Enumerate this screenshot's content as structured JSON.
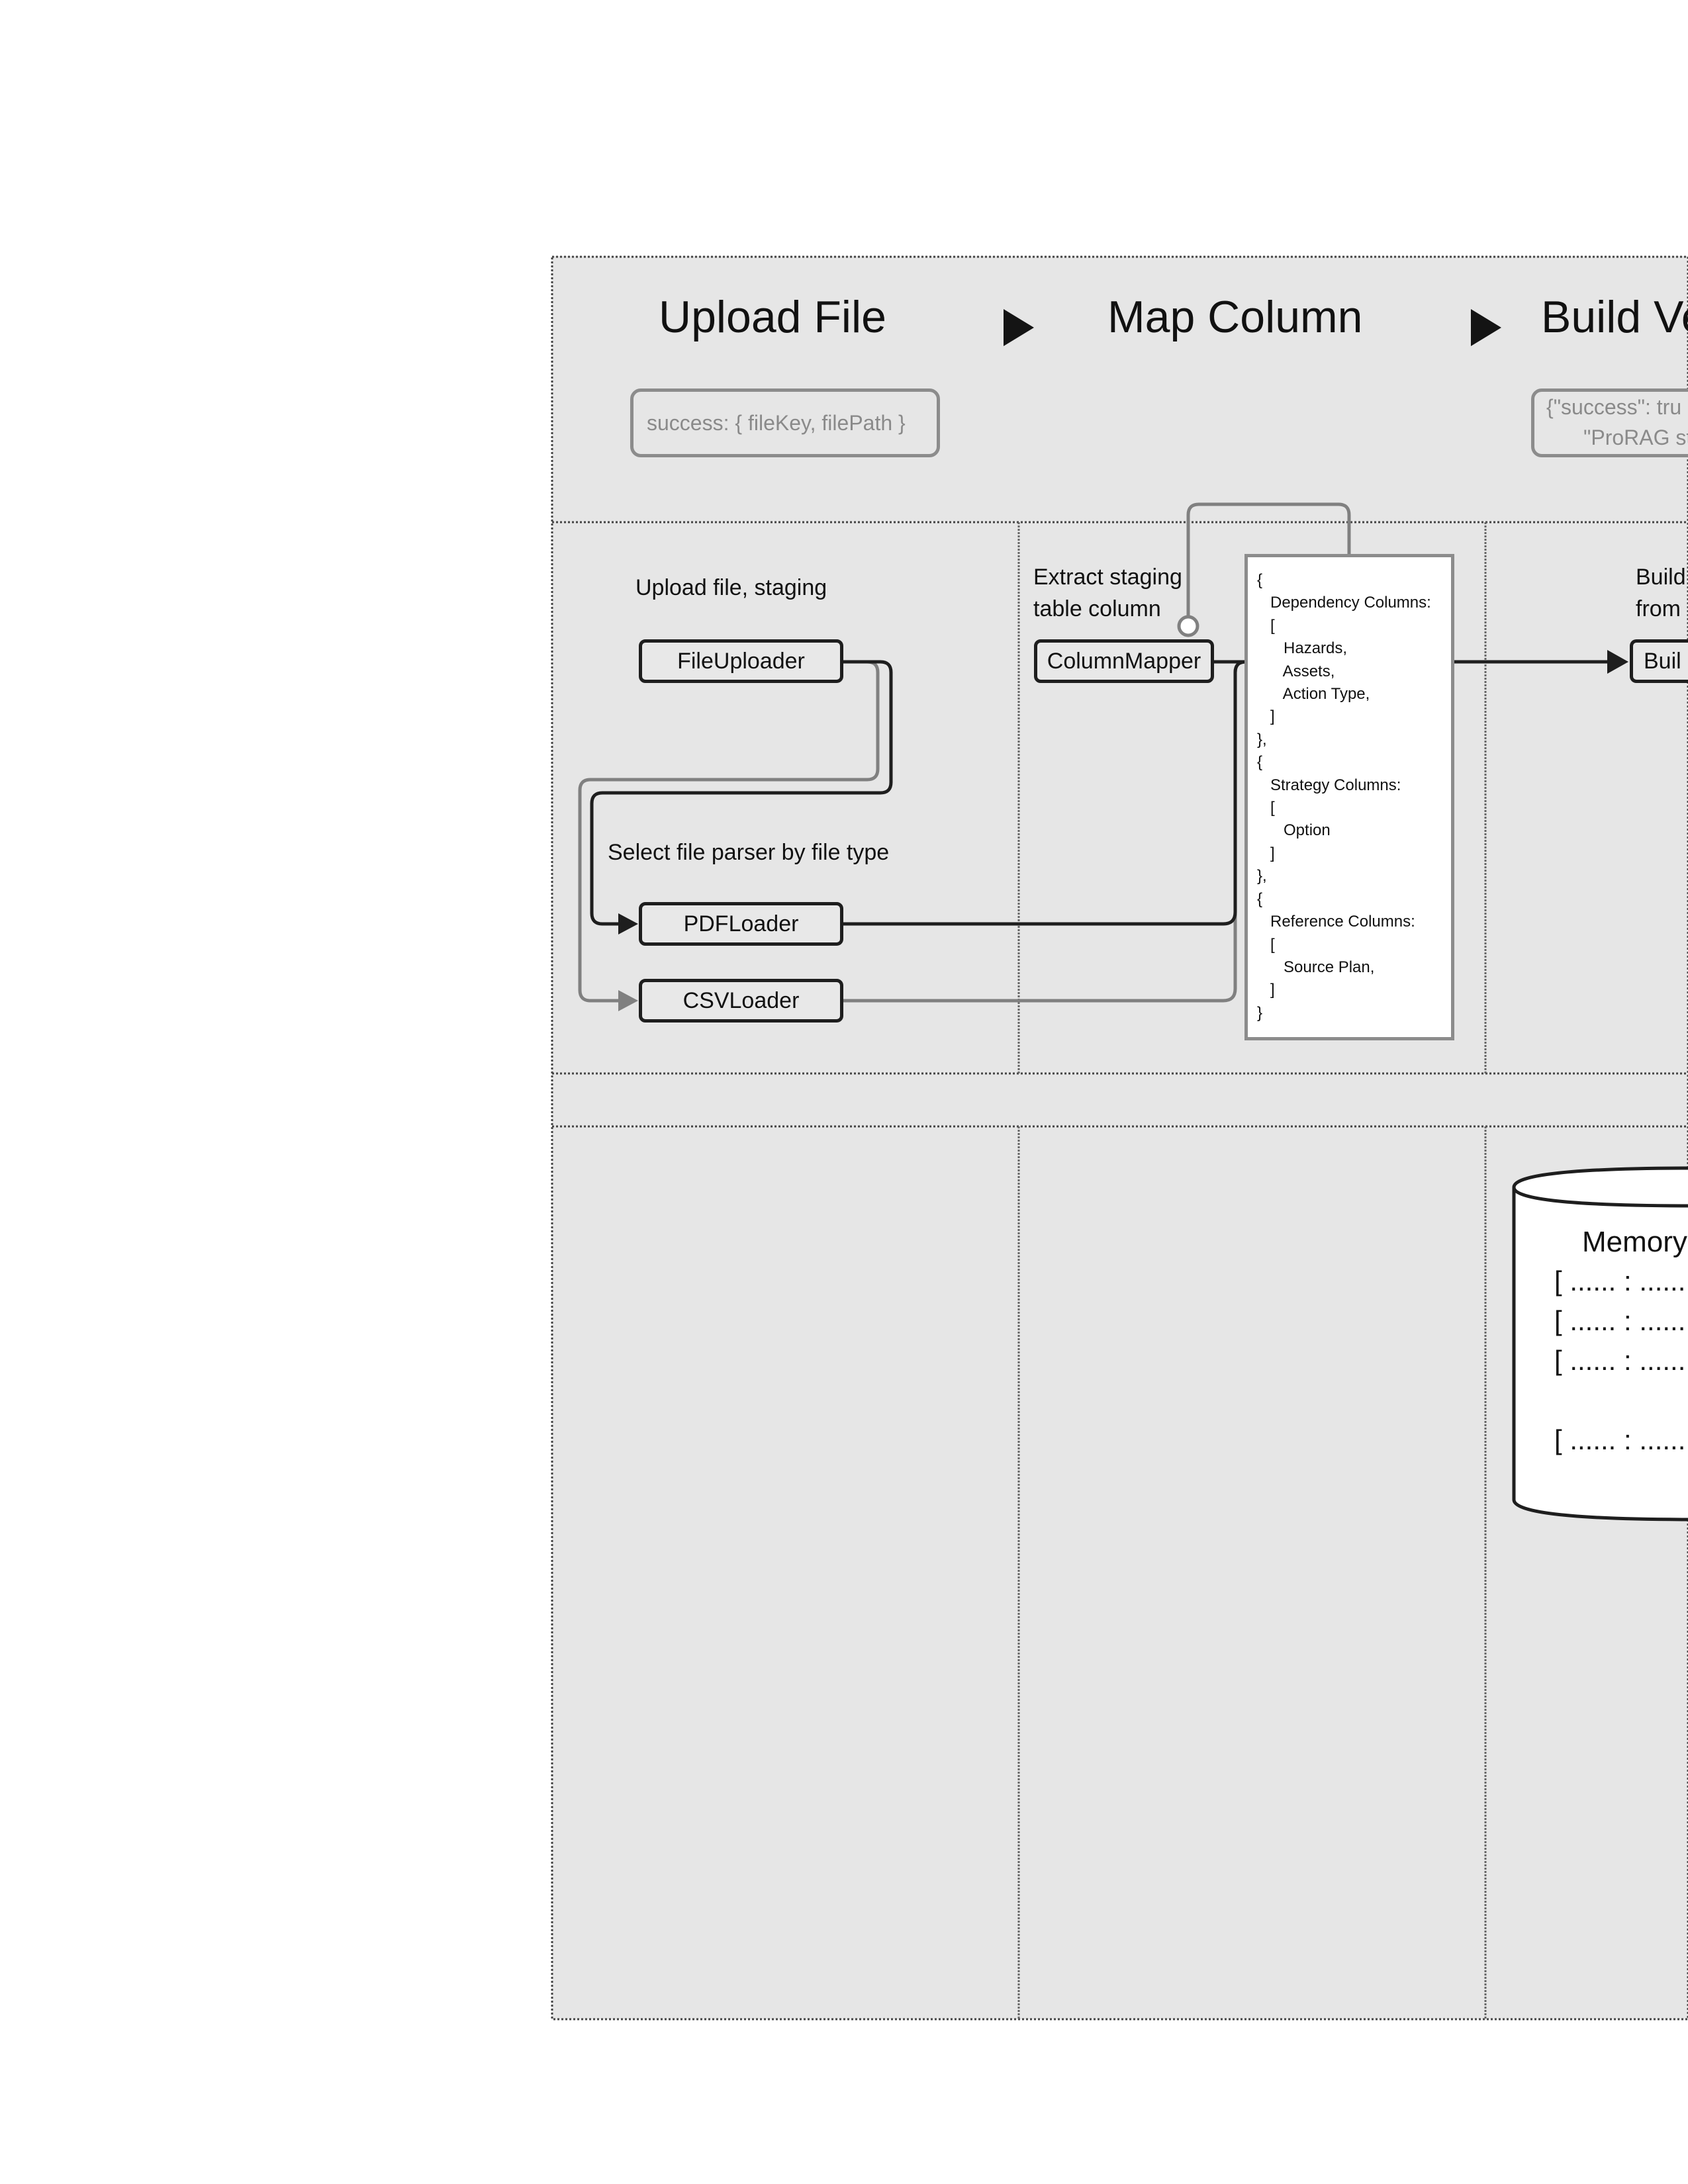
{
  "stages": [
    {
      "title": "Upload File"
    },
    {
      "title": "Map Column"
    },
    {
      "title": "Build Ve"
    }
  ],
  "results": {
    "upload": "success: { fileKey, filePath }",
    "build_line1": "{\"success\": tru",
    "build_line2": "\"ProRAG st"
  },
  "lanes": {
    "upload": {
      "description": "Upload file, staging",
      "parser_description": "Select file parser by file type",
      "nodes": [
        "FileUploader",
        "PDFLoader",
        "CSVLoader"
      ]
    },
    "map": {
      "description_line1": "Extract staging",
      "description_line2": "table column",
      "node": "ColumnMapper"
    },
    "build": {
      "description_line1": "Build",
      "description_line2": "from",
      "node": "Buil"
    }
  },
  "column_spec": [
    "{",
    "   Dependency Columns:",
    "   [",
    "      Hazards,",
    "      Assets,",
    "      Action Type,",
    "   ]",
    "},",
    "{",
    "   Strategy Columns:",
    "   [",
    "      Option",
    "   ]",
    "},",
    "{",
    "   Reference Columns:",
    "   [",
    "      Source Plan,",
    "   ]",
    "}"
  ],
  "memory": {
    "title": "Memory",
    "rows": [
      "[ ...... : ......",
      "[ ...... : ......",
      "[ ...... : ......",
      "[ ...... : ......"
    ]
  },
  "colors": {
    "panel": "#e6e6e6",
    "edge_primary": "#1e1e1e",
    "edge_secondary": "#808080",
    "result_border": "#8c8c8c"
  }
}
